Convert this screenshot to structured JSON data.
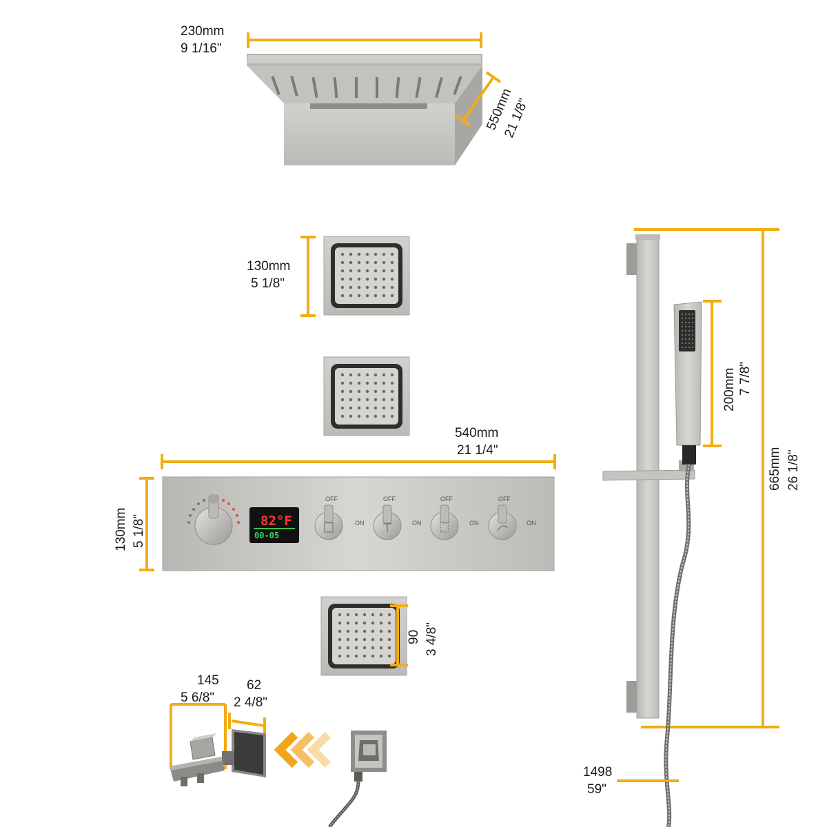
{
  "title": "Shower system dimension diagram",
  "colors": {
    "dimension": "#f2ad14",
    "metal": "#c8c6c2",
    "metal_dark": "#9d9b97",
    "background": "#ffffff"
  },
  "rain_head": {
    "width_mm": "230mm",
    "width_in": "9 1/16\"",
    "depth_mm": "550mm",
    "depth_in": "21 1/8\""
  },
  "body_jet_top": {
    "size_mm": "130mm",
    "size_in": "5 1/8\""
  },
  "panel": {
    "width_mm": "540mm",
    "width_in": "21 1/4\"",
    "height_mm": "130mm",
    "height_in": "5 1/8\"",
    "display": {
      "temperature": "82°F",
      "timer": "00-05"
    },
    "knobs": [
      {
        "off_label": "OFF",
        "on_label": "ON"
      },
      {
        "off_label": "OFF",
        "on_label": "ON"
      },
      {
        "off_label": "OFF",
        "on_label": "ON"
      },
      {
        "off_label": "OFF",
        "on_label": "ON"
      }
    ]
  },
  "body_jet_bottom": {
    "size_mm": "90",
    "size_in": "3 4/8\""
  },
  "spout": {
    "length_mm": "145",
    "length_in": "5 6/8\"",
    "depth_mm": "62",
    "depth_in": "2 4/8\""
  },
  "slide_bar": {
    "height_mm": "665mm",
    "height_in": "26 1/8\""
  },
  "hand_shower": {
    "length_mm": "200mm",
    "length_in": "7 7/8\""
  },
  "hose": {
    "length_mm": "1498",
    "length_in": "59\""
  }
}
